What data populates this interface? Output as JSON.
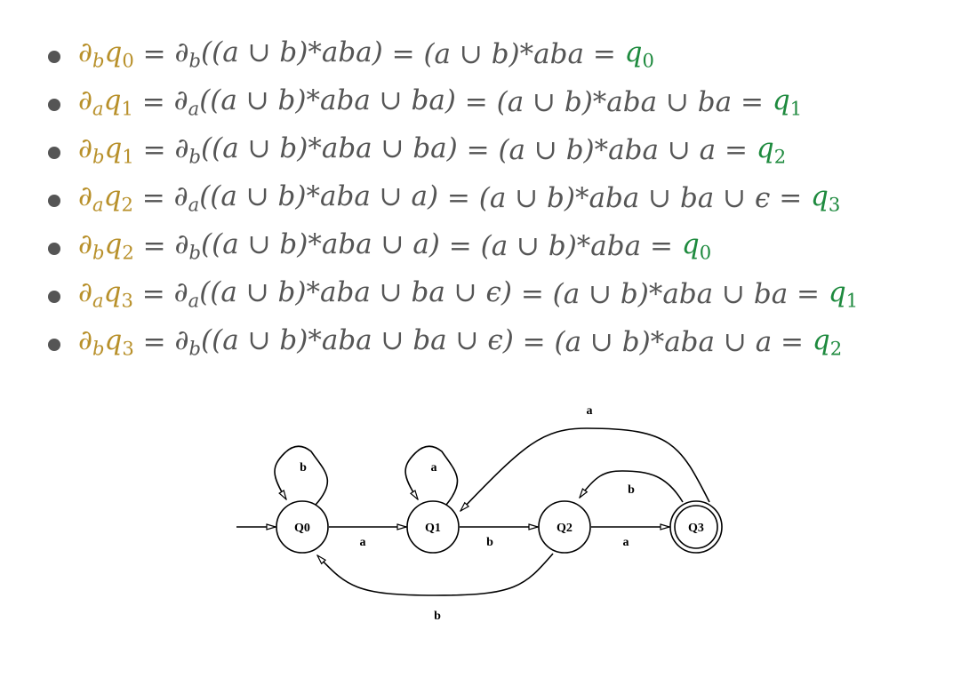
{
  "symbols": {
    "d": "∂",
    "eq": "=",
    "q": "q"
  },
  "items": [
    {
      "var": "b",
      "idx": "0",
      "inner": "((a ∪ b)*aba)",
      "derived": "(a ∪ b)*aba",
      "result": "0"
    },
    {
      "var": "a",
      "idx": "1",
      "inner": "((a ∪ b)*aba ∪ ba)",
      "derived": "(a ∪ b)*aba ∪ ba",
      "result": "1"
    },
    {
      "var": "b",
      "idx": "1",
      "inner": "((a ∪ b)*aba ∪ ba)",
      "derived": "(a ∪ b)*aba ∪ a",
      "result": "2"
    },
    {
      "var": "a",
      "idx": "2",
      "inner": "((a ∪ b)*aba ∪ a)",
      "derived": "(a ∪ b)*aba ∪ ba ∪ ϵ",
      "result": "3"
    },
    {
      "var": "b",
      "idx": "2",
      "inner": "((a ∪ b)*aba ∪ a)",
      "derived": "(a ∪ b)*aba",
      "result": "0"
    },
    {
      "var": "a",
      "idx": "3",
      "inner": "((a ∪ b)*aba ∪ ba ∪ ϵ)",
      "derived": "(a ∪ b)*aba ∪ ba",
      "result": "1"
    },
    {
      "var": "b",
      "idx": "3",
      "inner": "((a ∪ b)*aba ∪ ba ∪ ϵ)",
      "derived": "(a ∪ b)*aba ∪ a",
      "result": "2"
    }
  ],
  "diagram": {
    "states": [
      "Q0",
      "Q1",
      "Q2",
      "Q3"
    ],
    "edges": [
      {
        "from": "Q0",
        "to": "Q0",
        "label": "b"
      },
      {
        "from": "Q0",
        "to": "Q1",
        "label": "a"
      },
      {
        "from": "Q1",
        "to": "Q1",
        "label": "a"
      },
      {
        "from": "Q1",
        "to": "Q2",
        "label": "b"
      },
      {
        "from": "Q2",
        "to": "Q3",
        "label": "a"
      },
      {
        "from": "Q2",
        "to": "Q0",
        "label": "b"
      },
      {
        "from": "Q3",
        "to": "Q2",
        "label": "b"
      },
      {
        "from": "Q3",
        "to": "Q1",
        "label": "a"
      }
    ]
  }
}
